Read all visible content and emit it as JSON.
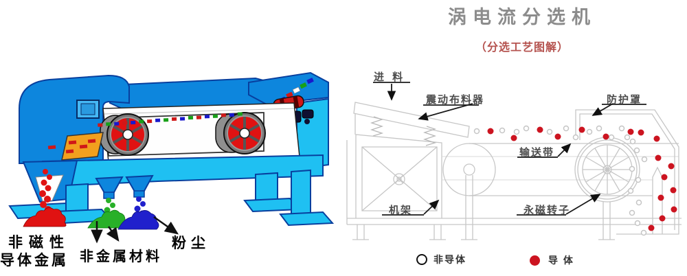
{
  "header": {
    "title": "涡电流分选机",
    "subtitle": "（分选工艺图解）",
    "title_color": "#8c8c8c",
    "subtitle_color": "#b5534f"
  },
  "left_illustration": {
    "labels": {
      "nonmagnetic_line1": "非磁性",
      "nonmagnetic_line2": "导体金属",
      "nonmetal": "非金属材料",
      "dust": "粉尘"
    },
    "colors": {
      "machine_blue": "#0d86dd",
      "machine_cyan": "#1fc0f2",
      "metal_red": "#e01212",
      "nonmetal_green": "#28b028",
      "dust_blue": "#2020cc",
      "splitter_orange": "#f2a01e"
    }
  },
  "right_schematic": {
    "labels": {
      "feed": "进 料",
      "vibrating_feeder": "震动布料器",
      "protective_cover": "防护罩",
      "conveyor_belt": "输送带",
      "frame": "机架",
      "magnetic_rotor": "永磁转子"
    },
    "legend": {
      "non_conductor": "非导体",
      "conductor": "导 体",
      "conductor_color": "#cc1420"
    },
    "line_color": "#c6c6c6"
  }
}
